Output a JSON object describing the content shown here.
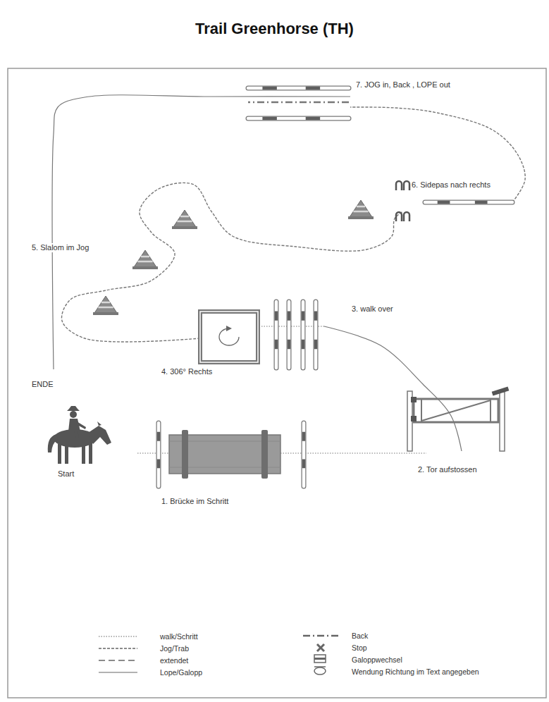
{
  "diagram": {
    "title": "Trail Greenhorse (TH)",
    "labels": [
      "7. JOG in, Back , LOPE out",
      "6. Sidepas nach rechts",
      "5. Slalom im Jog",
      "3. walk over",
      "4. 306° Rechts",
      "ENDE",
      "Start",
      "2. Tor aufstossen",
      "1. Brücke im Schritt"
    ],
    "legend": [
      {
        "text": "walk/Schritt"
      },
      {
        "text": "Jog/Trab"
      },
      {
        "text": "extendet"
      },
      {
        "text": "Lope/Galopp"
      },
      {
        "text": "Back"
      },
      {
        "text": "Stop"
      },
      {
        "text": "Galoppwechsel"
      },
      {
        "text": "Wendung Richtung im Text angegeben"
      }
    ]
  }
}
